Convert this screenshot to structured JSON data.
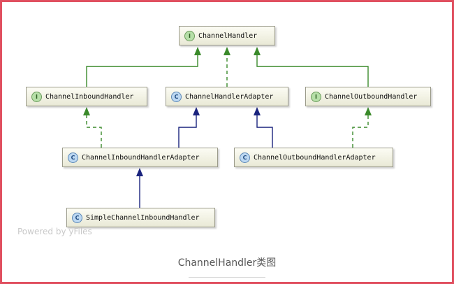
{
  "nodes": {
    "channel_handler": {
      "label": "ChannelHandler",
      "kind": "I",
      "kind_icon": "interface-icon"
    },
    "channel_inbound_handler": {
      "label": "ChannelInboundHandler",
      "kind": "I",
      "kind_icon": "interface-icon"
    },
    "channel_handler_adapter": {
      "label": "ChannelHandlerAdapter",
      "kind": "C",
      "kind_icon": "class-icon"
    },
    "channel_outbound_handler": {
      "label": "ChannelOutboundHandler",
      "kind": "I",
      "kind_icon": "interface-icon"
    },
    "channel_inbound_handler_adapter": {
      "label": "ChannelInboundHandlerAdapter",
      "kind": "C",
      "kind_icon": "class-icon"
    },
    "channel_outbound_handler_adapter": {
      "label": "ChannelOutboundHandlerAdapter",
      "kind": "C",
      "kind_icon": "class-icon"
    },
    "simple_channel_inbound_handler": {
      "label": "SimpleChannelInboundHandler",
      "kind": "C",
      "kind_icon": "class-icon"
    }
  },
  "edges": [
    {
      "from": "channel_inbound_handler",
      "to": "channel_handler",
      "relation": "extends",
      "style": "solid",
      "color": "#3a8a2a"
    },
    {
      "from": "channel_handler_adapter",
      "to": "channel_handler",
      "relation": "implements",
      "style": "dashed",
      "color": "#3a8a2a"
    },
    {
      "from": "channel_outbound_handler",
      "to": "channel_handler",
      "relation": "extends",
      "style": "solid",
      "color": "#3a8a2a"
    },
    {
      "from": "channel_inbound_handler_adapter",
      "to": "channel_inbound_handler",
      "relation": "implements",
      "style": "dashed",
      "color": "#3a8a2a"
    },
    {
      "from": "channel_inbound_handler_adapter",
      "to": "channel_handler_adapter",
      "relation": "extends",
      "style": "solid",
      "color": "#1a237e"
    },
    {
      "from": "channel_outbound_handler_adapter",
      "to": "channel_handler_adapter",
      "relation": "extends",
      "style": "solid",
      "color": "#1a237e"
    },
    {
      "from": "channel_outbound_handler_adapter",
      "to": "channel_outbound_handler",
      "relation": "implements",
      "style": "dashed",
      "color": "#3a8a2a"
    },
    {
      "from": "simple_channel_inbound_handler",
      "to": "channel_inbound_handler_adapter",
      "relation": "extends",
      "style": "solid",
      "color": "#1a237e"
    }
  ],
  "watermark": "Powered by yFiles",
  "caption": "ChannelHandler类图",
  "colors": {
    "border": "#e05060",
    "interface_edge": "#3a8a2a",
    "class_edge": "#1a237e"
  }
}
